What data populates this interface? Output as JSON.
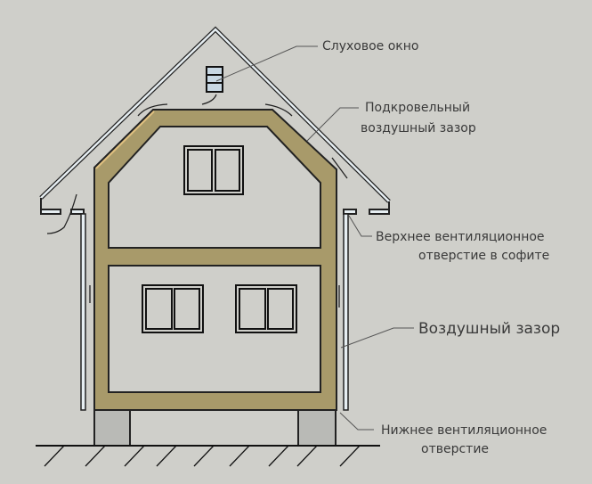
{
  "labels": {
    "dormer_window": "Слуховое окно",
    "roof_gap_line1": "Подкровельный",
    "roof_gap_line2": "воздушный зазор",
    "upper_vent_line1": "Верхнее вентиляционное",
    "upper_vent_line2": "отверстие в софите",
    "air_gap": "Воздушный зазор",
    "lower_vent_line1": "Нижнее вентиляционное",
    "lower_vent_line2": "отверстие"
  },
  "colors": {
    "background": "#cfcfca",
    "wood": "#a89a6a",
    "concrete": "#b9bab6",
    "roof_stripe": "#e6eef2",
    "line": "#111111"
  }
}
